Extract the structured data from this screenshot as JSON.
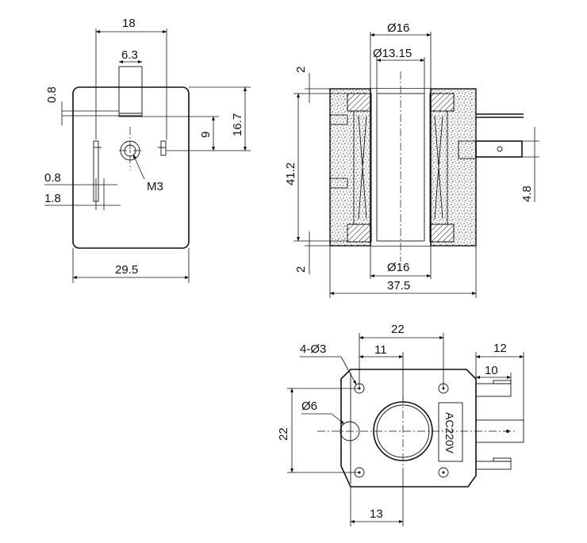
{
  "front_view": {
    "width_total": "29.5",
    "terminal_spacing": "18",
    "slot_width": "6.3",
    "top_offset": "0.8",
    "height_total": "16.7",
    "center_height": "9",
    "pin_thickness": "0.8",
    "pin_width": "1.8",
    "thread": "M3"
  },
  "side_view": {
    "top_diameter": "Ø16",
    "bore_diameter": "Ø13.15",
    "top_flange": "2",
    "height": "41.2",
    "bottom_flange": "2",
    "bottom_diameter": "Ø16",
    "length": "37.5",
    "terminal_offset": "4.8"
  },
  "bottom_view": {
    "hole_spacing_x": "22",
    "hole_callout": "4-Ø3",
    "half_spacing": "11",
    "terminal_length": "12",
    "terminal_inner": "10",
    "hole_spacing_y": "22",
    "center_hole": "Ø6",
    "edge_offset": "13",
    "voltage_label": "AC220V"
  }
}
